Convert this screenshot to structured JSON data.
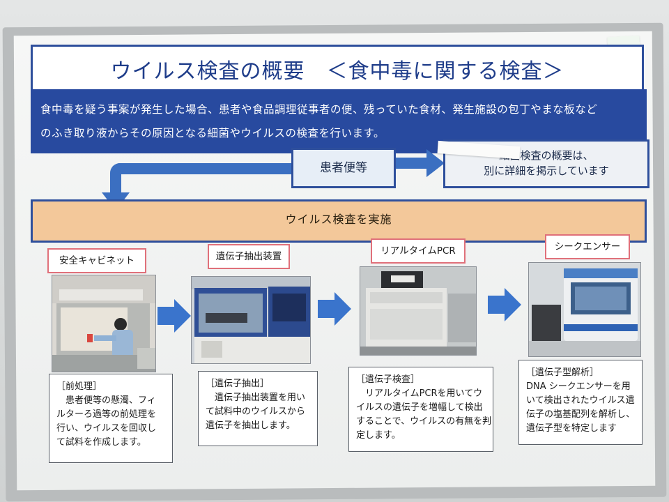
{
  "header": {
    "title": "ウイルス検査の概要　＜食中毒に関する検査＞"
  },
  "intro": {
    "line1": "食中毒を疑う事案が発生した場合、患者や食品調理従事者の便、残っていた食材、発生施設の包丁やまな板など",
    "line2": "のふき取り液からその原因となる細菌やウイルスの検査を行います。"
  },
  "flow": {
    "patient_label": "患者便等",
    "bacteria_line1": "細菌検査の概要は、",
    "bacteria_line2": "別に詳細を掲示しています",
    "banner_label": "ウイルス検査を実施"
  },
  "steps": [
    {
      "label": "安全キャビネット",
      "desc": [
        "［前処理］",
        "　患者便等の懸濁、フィ",
        "ルターろ過等の前処理を",
        "行い、ウイルスを回収し",
        "て試料を作成します。"
      ]
    },
    {
      "label": "遺伝子抽出装置",
      "desc": [
        "［遺伝子抽出］",
        "　遺伝子抽出装置を用い",
        "て試料中のウイルスから",
        "遺伝子を抽出します。"
      ]
    },
    {
      "label": "リアルタイムPCR",
      "desc": [
        "［遺伝子検査］",
        "　リアルタイムPCRを用いてウ",
        "イルスの遺伝子を増幅して検出",
        "することで、ウイルスの有無を判",
        "定します。"
      ]
    },
    {
      "label": "シークエンサー",
      "desc": [
        "［遺伝子型解析］",
        "DNA シークエンサーを用",
        "いて検出されたウイルス遺",
        "伝子の塩基配列を解析し、",
        "遺伝子型を特定します"
      ]
    }
  ],
  "colors": {
    "accent_blue": "#284a9f",
    "arrow_blue": "#3a74cc",
    "banner_orange": "#f3c89a",
    "label_border_red": "#e0707a"
  }
}
